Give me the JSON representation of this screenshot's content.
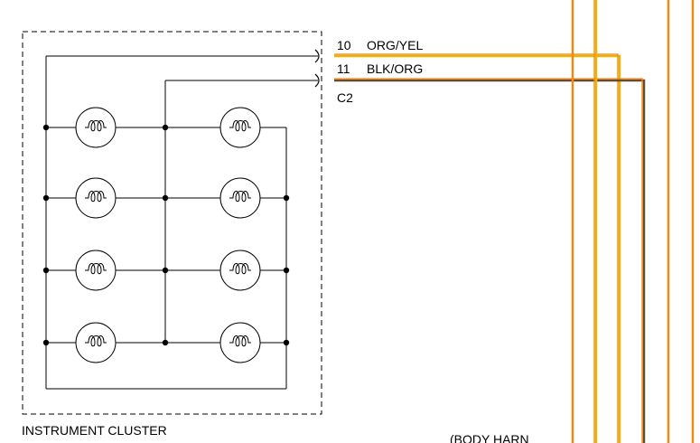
{
  "diagram": {
    "module_label": "INSTRUMENT CLUSTER",
    "connector_label": "C2",
    "pins": [
      {
        "number": "10",
        "wire": "ORG/YEL"
      },
      {
        "number": "11",
        "wire": "BLK/ORG"
      }
    ],
    "harness_label": "(BODY HARN",
    "lamp_count": 8,
    "colors": {
      "line": "#000000",
      "orange": "#f08a14",
      "yellow": "#f0b400",
      "brown": "#6b4a2b",
      "dark": "#333333"
    }
  }
}
